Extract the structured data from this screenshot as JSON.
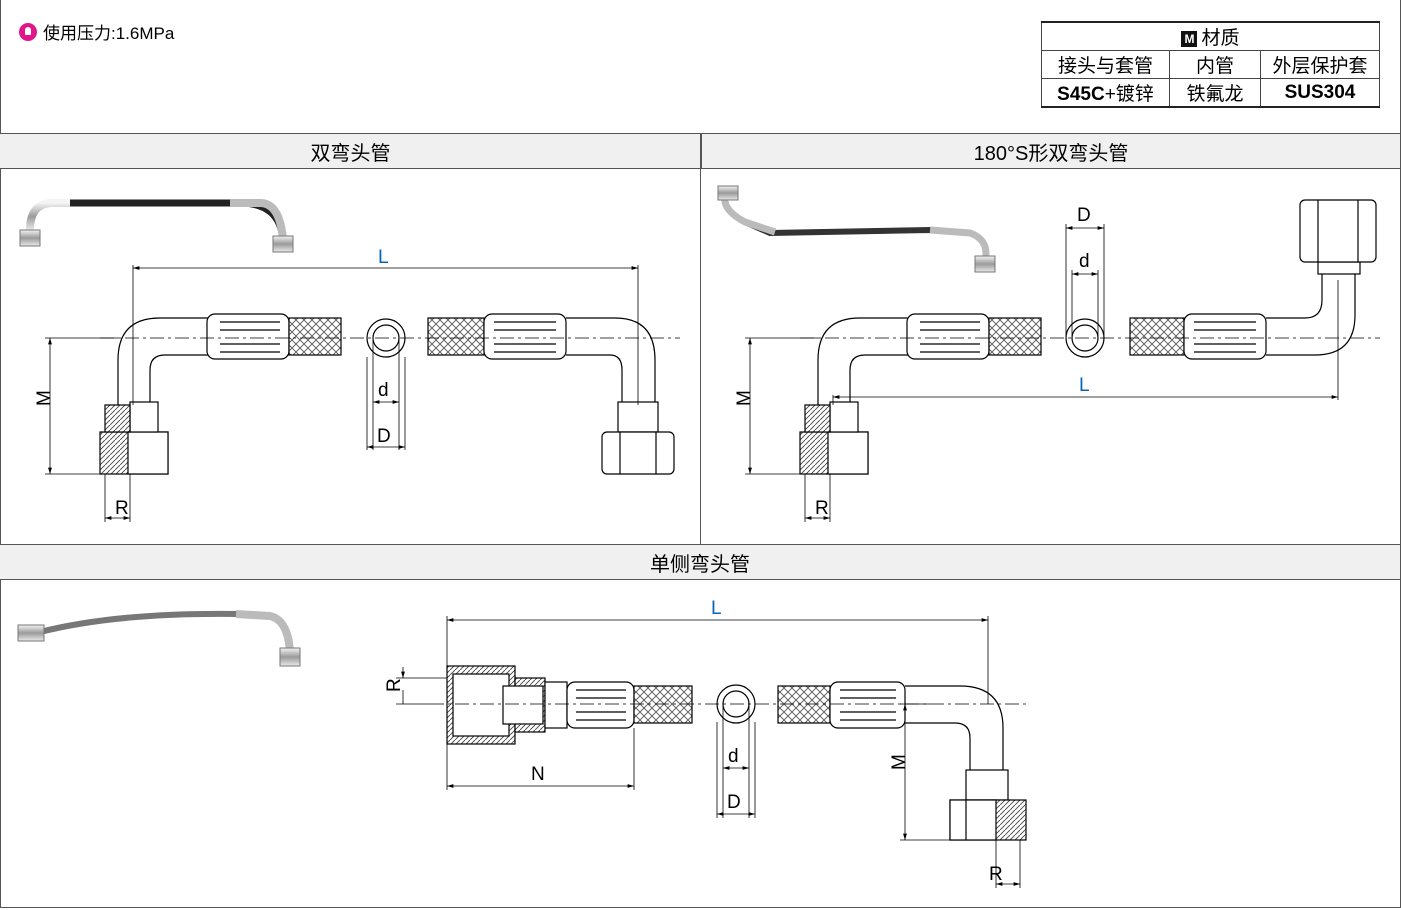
{
  "pressure_note": "使用压力:1.6MPa",
  "material_table": {
    "title": "材质",
    "title_icon_letter": "M",
    "headers": [
      "接头与套管",
      "内管",
      "外层保护套"
    ],
    "values": [
      "S45C",
      "+镀锌",
      "铁氟龙",
      "SUS304"
    ]
  },
  "sections": {
    "double_elbow": "双弯头管",
    "s_double_elbow": "180°S形双弯头管",
    "single_elbow": "单侧弯头管"
  },
  "dimension_labels": {
    "L": "L",
    "M": "M",
    "R": "R",
    "d": "d",
    "D": "D",
    "N": "N"
  },
  "colors": {
    "accent_label": "#0b63b5",
    "pin": "#e0178a",
    "header_bg": "#f0f0f0"
  }
}
